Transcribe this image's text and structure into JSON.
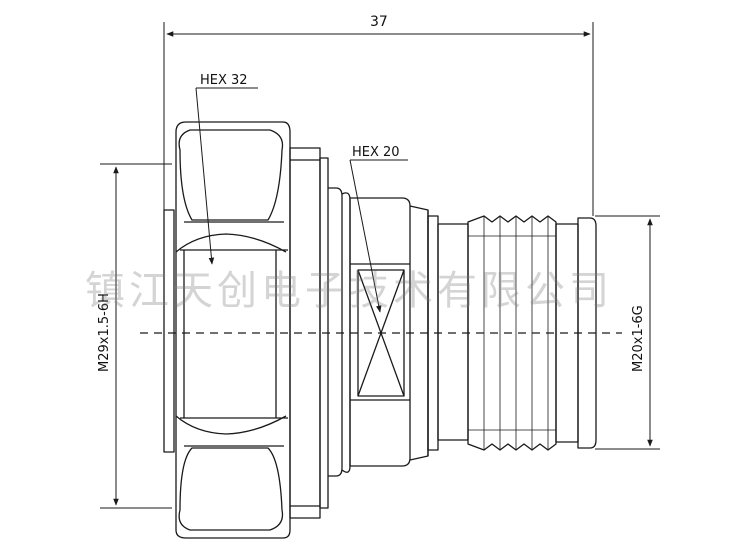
{
  "dimensions": {
    "overall_length": "37",
    "left_thread": "M29x1.5-6H",
    "right_thread": "M20x1-6G"
  },
  "callouts": {
    "hex_large": "HEX 32",
    "hex_small": "HEX 20"
  },
  "watermark": "镇江天创电子技术有限公司",
  "colors": {
    "line": "#1a1a1a",
    "watermark": "#8a8a8a"
  }
}
